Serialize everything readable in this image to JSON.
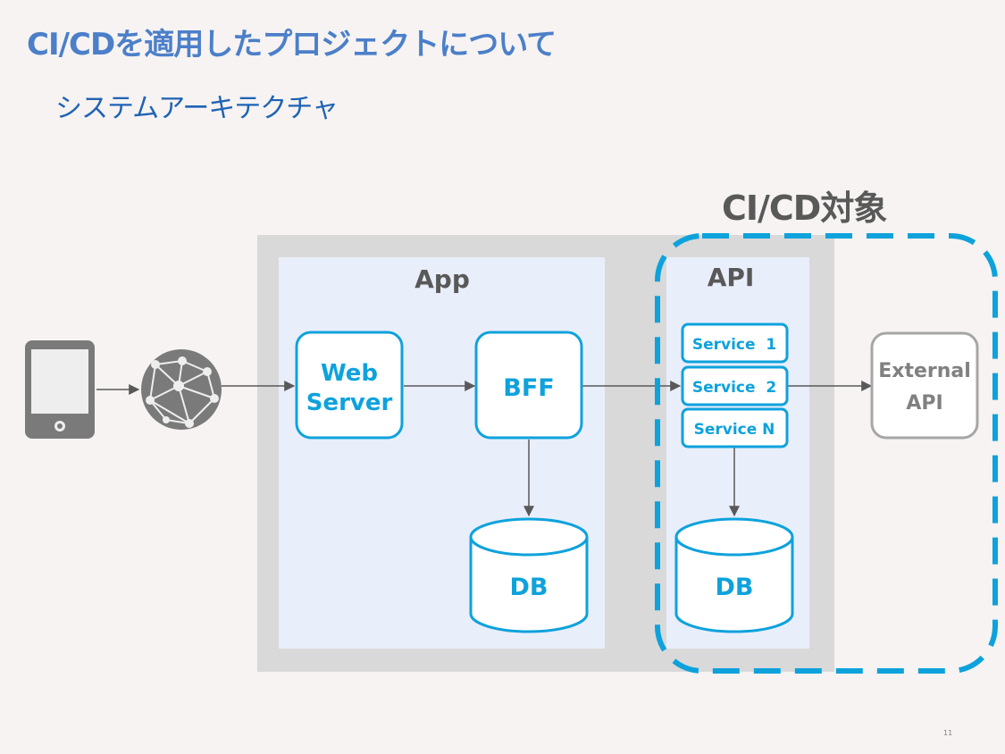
{
  "slide": {
    "title": "CI/CDを適用したプロジェクトについて",
    "subtitle": "システムアーキテクチャ",
    "scope_label": "CI/CD対象",
    "page_number": "11"
  },
  "diagram": {
    "app_group_label": "App",
    "api_group_label": "API",
    "web_server_line1": "Web",
    "web_server_line2": "Server",
    "bff_label": "BFF",
    "app_db_label": "DB",
    "services": [
      "Service  1",
      "Service  2",
      "Service N"
    ],
    "api_db_label": "DB",
    "external_api_line1": "External",
    "external_api_line2": "API",
    "icons": {
      "device": "tablet-icon",
      "network": "internet-globe-icon"
    },
    "colors": {
      "accent_blue": "#0ea2dc",
      "title_blue": "#4c7fc9",
      "group_fill": "#e9eefb",
      "outer_fill": "#d9d9d9",
      "dark_gray": "#595959"
    }
  }
}
